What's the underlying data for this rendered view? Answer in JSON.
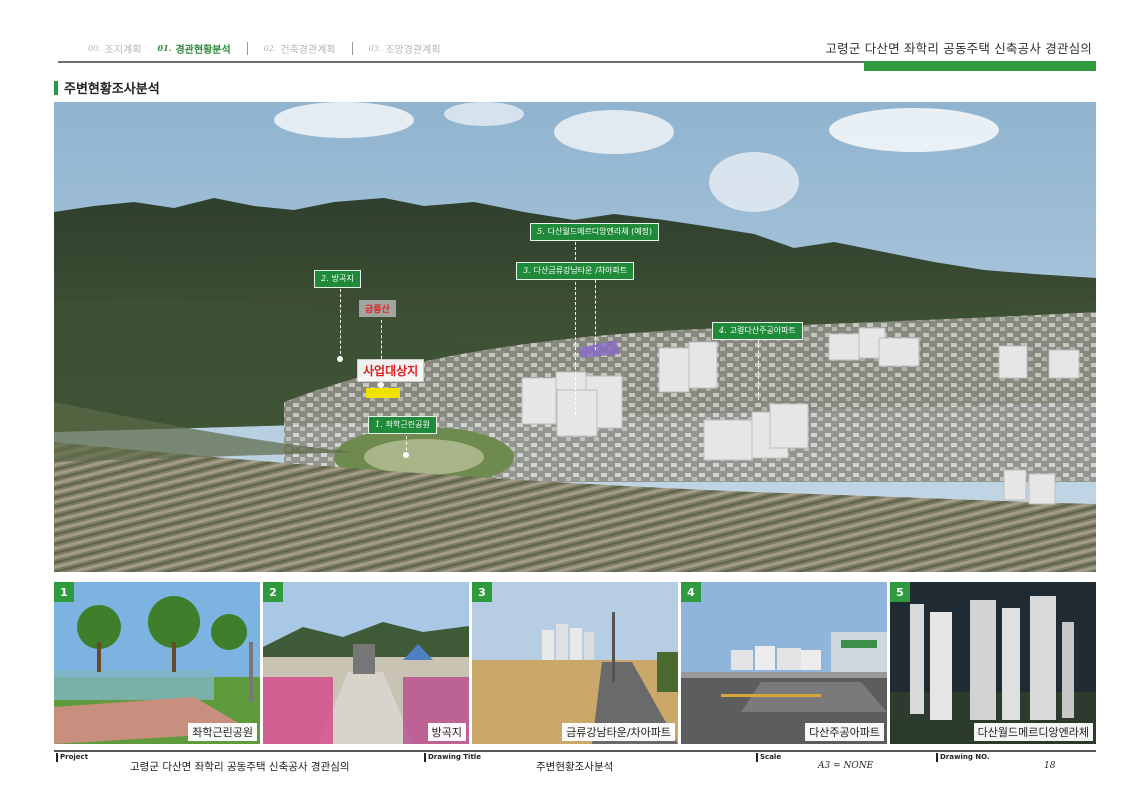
{
  "header": {
    "nav": [
      {
        "num": "00.",
        "label": "조지계획",
        "active": false
      },
      {
        "num": "01.",
        "label": "경관현황분석",
        "active": true
      },
      {
        "num": "02.",
        "label": "건축경관계획",
        "active": false
      },
      {
        "num": "03.",
        "label": "조망경관계획",
        "active": false
      }
    ],
    "project_title": "고령군 다산면 좌학리 공동주택 신축공사 경관심의"
  },
  "section": {
    "title": "주변현황조사분석"
  },
  "aerial": {
    "labels": [
      {
        "num": "5.",
        "text": "다산월드메르디앙엔라체 (예정)"
      },
      {
        "num": "3.",
        "text": "다산금류강남타운 /차아파트"
      },
      {
        "num": "2.",
        "text": "방곡지"
      },
      {
        "num": "4.",
        "text": "고령다산주공아파트"
      },
      {
        "num": "1.",
        "text": "좌학근린공원"
      }
    ],
    "mountain": "금릉산",
    "site": "사업대상지"
  },
  "photos": [
    {
      "num": "1",
      "caption": "좌학근린공원"
    },
    {
      "num": "2",
      "caption": "방곡지"
    },
    {
      "num": "3",
      "caption": "금류강남타운/차아파트"
    },
    {
      "num": "4",
      "caption": "다산주공아파트"
    },
    {
      "num": "5",
      "caption": "다산월드메르디앙엔라체"
    }
  ],
  "footer": {
    "project_label": "Project",
    "project_value": "고령군 다산면 좌학리 공동주택 신축공사 경관심의",
    "title_label": "Drawing Title",
    "title_value": "주변현황조사분석",
    "scale_label": "Scale",
    "scale_value": "A3 = NONE",
    "no_label": "Drawing NO.",
    "no_value": "18"
  },
  "colors": {
    "accent": "#2f9b3e",
    "tag": "#1f8a3a",
    "site": "#e32020"
  }
}
